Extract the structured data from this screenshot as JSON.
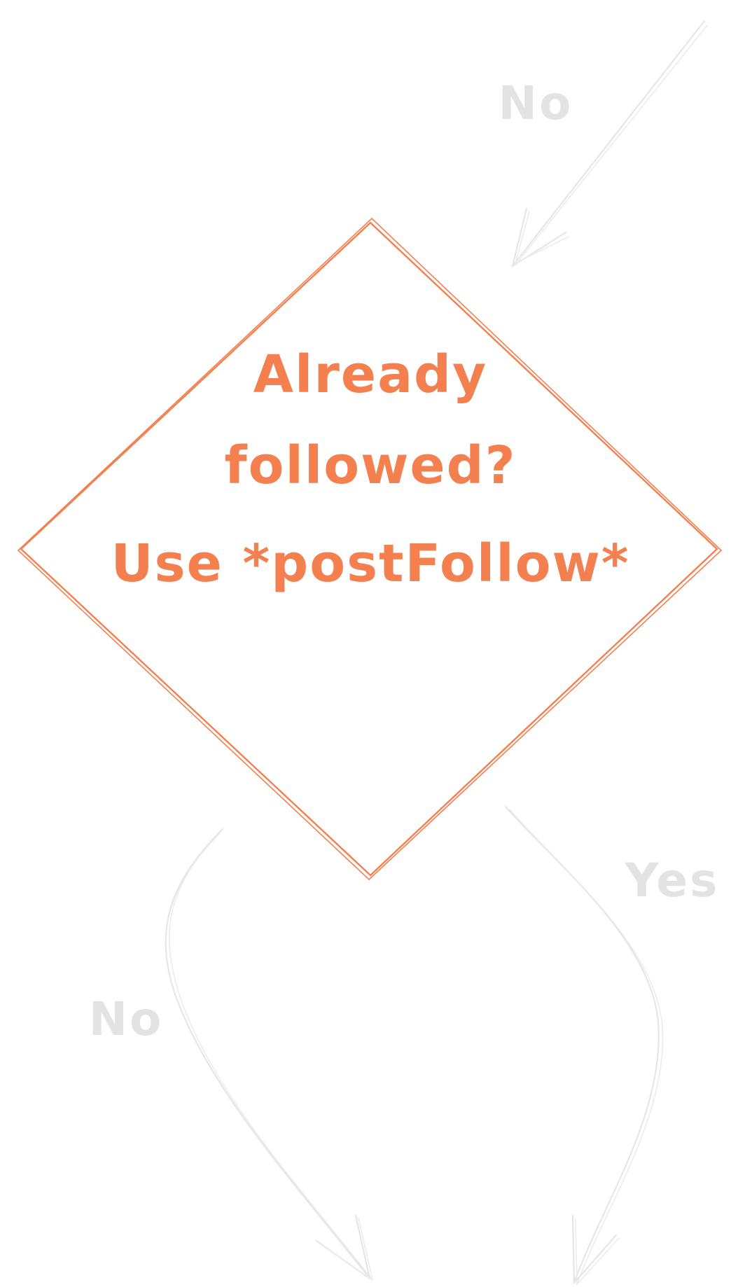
{
  "diagram": {
    "decision_node": {
      "lines": [
        "Already",
        "followed?",
        "Use *postFollow*"
      ]
    },
    "edges": {
      "incoming_label": "No",
      "left_label": "No",
      "right_label": "Yes"
    },
    "colors": {
      "node_stroke": "#f47f4f",
      "node_text": "#f47f4f",
      "edge_stroke": "#e6e6e6",
      "edge_label": "#e3e3e3",
      "background": "#ffffff"
    }
  }
}
